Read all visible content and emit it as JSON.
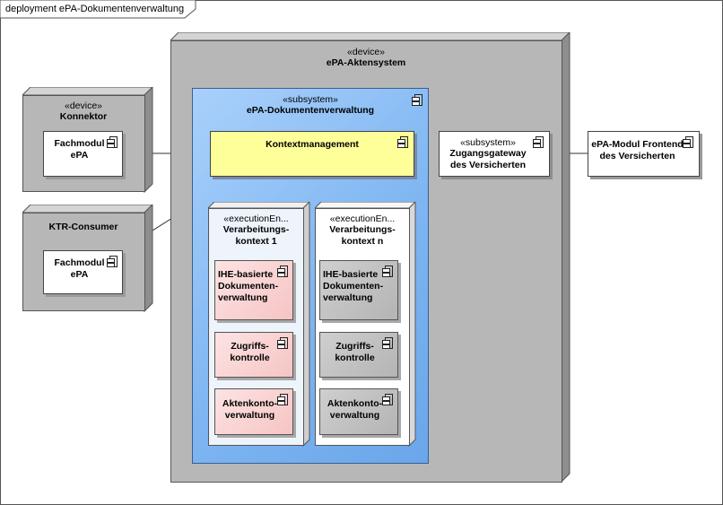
{
  "frame": {
    "title": "deployment ePA-Dokumentenverwaltung"
  },
  "stereotypes": {
    "device": "«device»",
    "subsystem": "«subsystem»",
    "execution_env": "«executionEn..."
  },
  "nodes": {
    "epa_aktensystem": {
      "name": "ePA-Aktensystem"
    },
    "konnektor": {
      "name": "Konnektor"
    },
    "ktr_consumer": {
      "name": "KTR-Consumer"
    },
    "kontext_1": {
      "name_line1": "Verarbeitungs-",
      "name_line2": "kontext 1"
    },
    "kontext_n": {
      "name_line1": "Verarbeitungs-",
      "name_line2": "kontext n"
    }
  },
  "subsystems": {
    "dokumentenverwaltung": {
      "name": "ePA-Dokumentenverwaltung"
    },
    "zugangsgateway": {
      "name_line1": "Zugangsgateway",
      "name_line2": "des Versicherten"
    }
  },
  "components": {
    "fachmodul_konnektor": {
      "line1": "Fachmodul",
      "line2": "ePA"
    },
    "fachmodul_ktr": {
      "line1": "Fachmodul",
      "line2": "ePA"
    },
    "kontextmanagement": {
      "line1": "Kontextmanagement"
    },
    "frontend": {
      "line1": "ePA-Modul Frontend",
      "line2": "des Versicherten"
    },
    "ihe_1": {
      "line1": "IHE-basierte",
      "line2": "Dokumenten-",
      "line3": "verwaltung"
    },
    "zugriff_1": {
      "line1": "Zugriffs-",
      "line2": "kontrolle"
    },
    "akten_1": {
      "line1": "Aktenkonto-",
      "line2": "verwaltung"
    },
    "ihe_n": {
      "line1": "IHE-basierte",
      "line2": "Dokumenten-",
      "line3": "verwaltung"
    },
    "zugriff_n": {
      "line1": "Zugriffs-",
      "line2": "kontrolle"
    },
    "akten_n": {
      "line1": "Aktenkonto-",
      "line2": "verwaltung"
    }
  },
  "colors": {
    "device_fill": "#b7b7b7",
    "subsystem_blue": "#7fb6f2",
    "kontextmanagement_fill": "#ffff99",
    "pink_component": "#f8c8c8",
    "gray_component": "#b9b9b9"
  }
}
